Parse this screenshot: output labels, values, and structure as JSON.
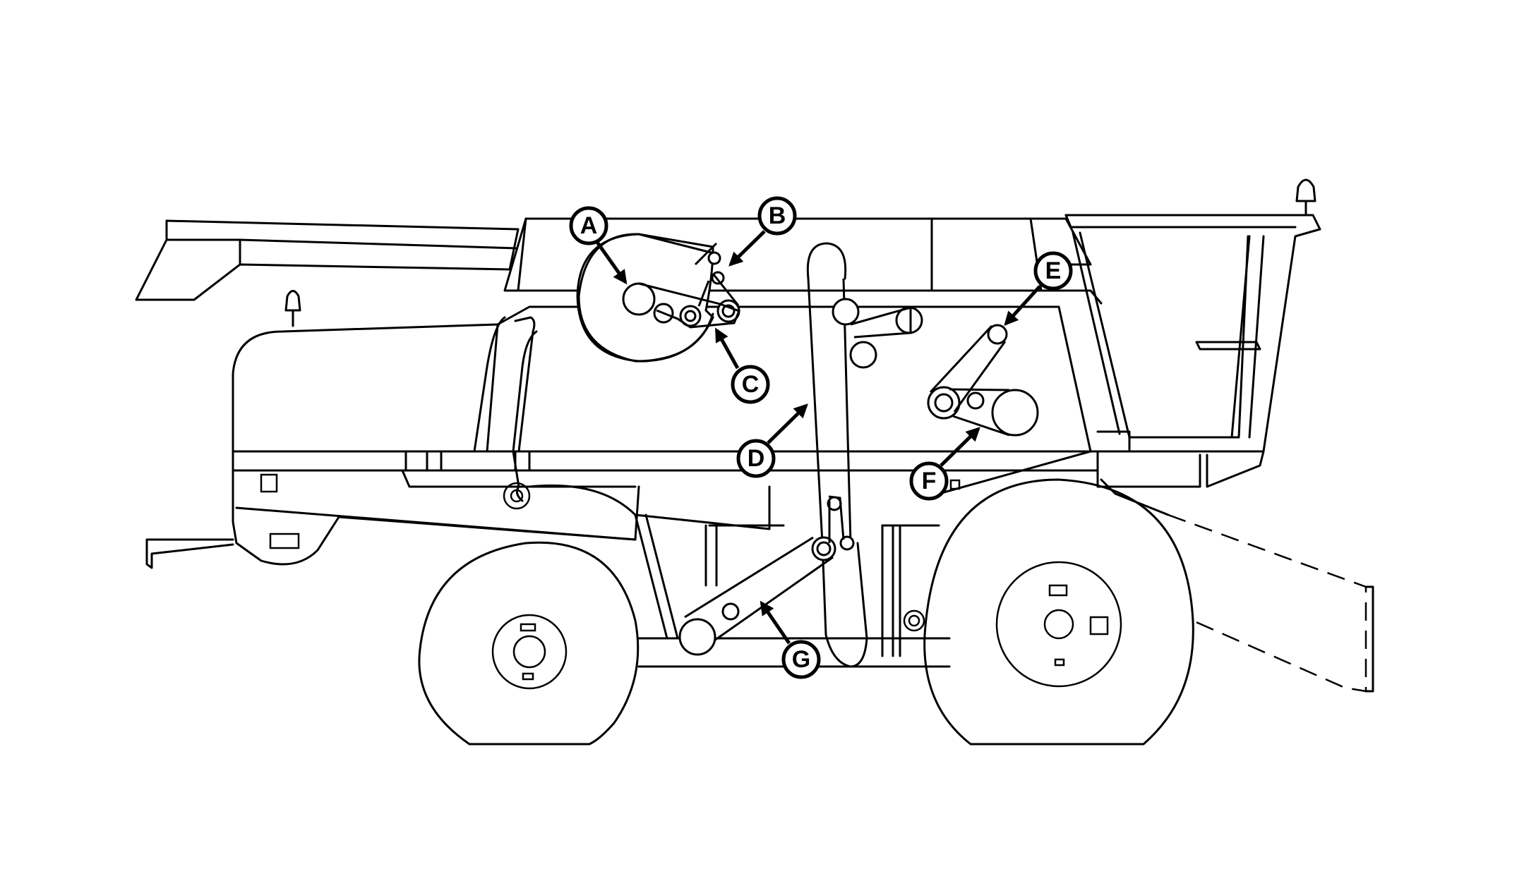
{
  "callouts": [
    {
      "id": "A",
      "label": "A"
    },
    {
      "id": "B",
      "label": "B"
    },
    {
      "id": "C",
      "label": "C"
    },
    {
      "id": "D",
      "label": "D"
    },
    {
      "id": "E",
      "label": "E"
    },
    {
      "id": "F",
      "label": "F"
    },
    {
      "id": "G",
      "label": "G"
    }
  ]
}
